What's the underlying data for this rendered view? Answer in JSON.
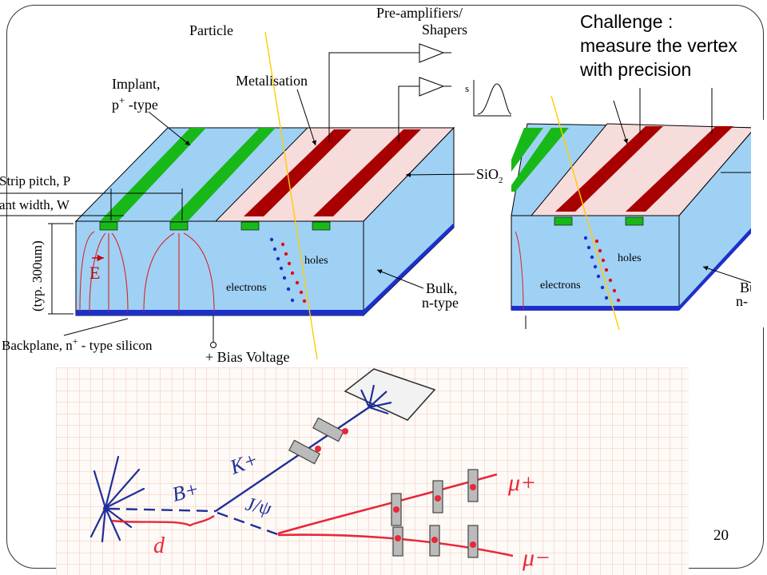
{
  "slide": {
    "page_number": "20",
    "challenge_lines": [
      "Challenge :",
      "measure the vertex",
      "with precision"
    ]
  },
  "detector": {
    "particle": "Particle",
    "preamp_line1": "Pre-amplifiers/",
    "preamp_line2": "Shapers",
    "signal_label": "s",
    "implant_line1": "Implant,",
    "implant_p": "p",
    "implant_sup": "+",
    "implant_type": " -type",
    "metalisation": "Metalisation",
    "strip_pitch": "Strip pitch, P",
    "implant_width": "ant width, W",
    "sio2_main": "SiO",
    "sio2_sub": "2",
    "thickness": "(typ. 300um)",
    "efield": "E",
    "holes": "holes",
    "electrons": "electrons",
    "bulk_line1": "Bulk,",
    "bulk_line2": "n-type",
    "backplane_a": "Backplane, n",
    "backplane_sup": "+",
    "backplane_b": " - type silicon",
    "bias": "+ Bias Voltage"
  },
  "detector_copy": {
    "holes": "holes",
    "electrons": "electrons",
    "bulk_cut1": "Bu",
    "bulk_cut2": "n-"
  },
  "sketch": {
    "b_plus": "B+",
    "k_plus": "K+",
    "jpsi": "J/ψ",
    "mu_plus": "μ+",
    "mu_minus": "μ−",
    "d_label": "d"
  },
  "colors": {
    "silicon": "#9fd1f5",
    "implant": "#19b819",
    "metal": "#a80000",
    "oxide": "#f7dcdc",
    "backplane": "#1e2fc9",
    "track": "#ffcc00",
    "ink_blue": "#1f2f9a",
    "ink_red": "#e8283a"
  }
}
